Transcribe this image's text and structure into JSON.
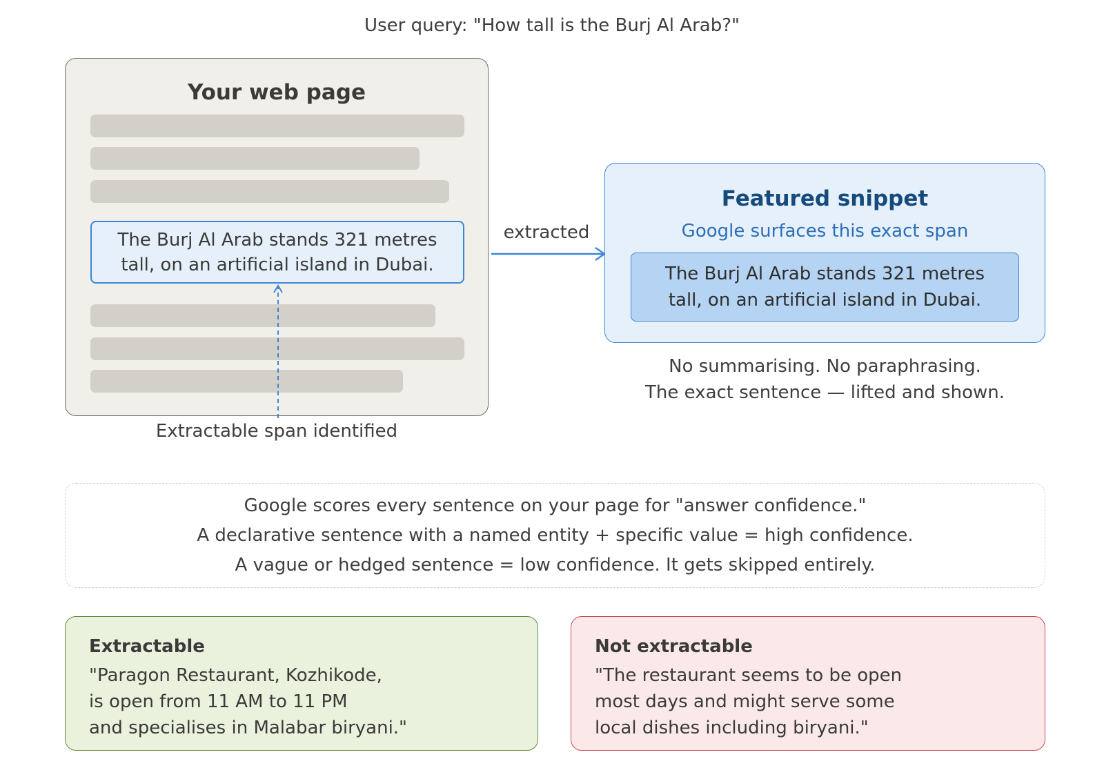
{
  "query": "User query: \"How tall is the Burj Al Arab?\"",
  "webpage": {
    "title": "Your web page",
    "span_lines": [
      "The Burj Al Arab stands 321 metres",
      "tall, on an artificial island in Dubai."
    ],
    "span_caption": "Extractable span identified"
  },
  "arrow_label": "extracted",
  "snippet": {
    "title": "Featured snippet",
    "subtitle": "Google surfaces this exact span",
    "lines": [
      "The Burj Al Arab stands 321 metres",
      "tall, on an artificial island in Dubai."
    ],
    "caption_lines": [
      "No summarising. No paraphrasing.",
      "The exact sentence — lifted and shown."
    ]
  },
  "explanation": {
    "lines": [
      "Google scores every sentence on your page for \"answer confidence.\"",
      "A declarative sentence with a named entity + specific value = high confidence.",
      "A vague or hedged sentence = low confidence. It gets skipped entirely."
    ]
  },
  "examples": {
    "good": {
      "heading": "Extractable",
      "lines": [
        "\"Paragon Restaurant, Kozhikode,",
        "is open from 11 AM to 11 PM",
        "and specialises in Malabar biryani.\""
      ]
    },
    "bad": {
      "heading": "Not extractable",
      "lines": [
        "\"The restaurant seems to be open",
        "most days and might serve some",
        "local dishes including biryani.\""
      ]
    }
  },
  "colors": {
    "accent_blue": "#3b86d6",
    "snippet_title": "#174a7c",
    "good_border": "#5f8f3a",
    "bad_border": "#c8494f"
  }
}
